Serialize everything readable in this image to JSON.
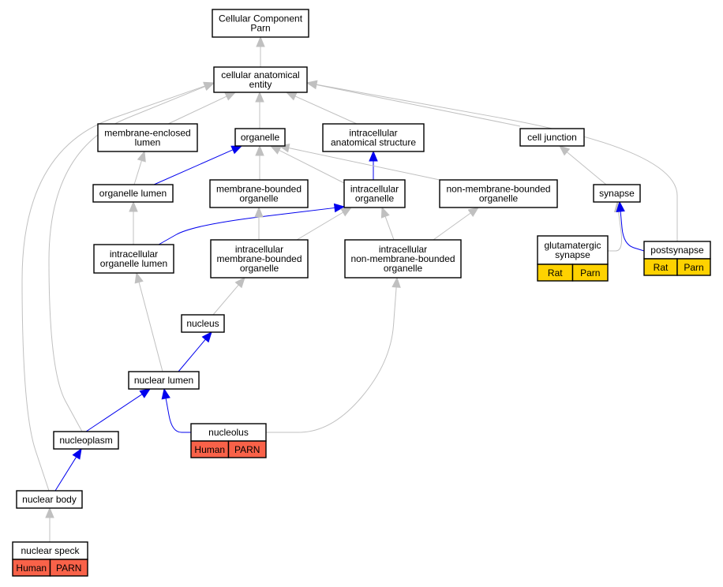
{
  "colors": {
    "is_a_edge": "#c0c0c0",
    "part_of_edge": "#0000ee",
    "human_annotation": "#f96249",
    "rat_annotation": "#fed200",
    "node_border": "#000000",
    "node_fill": "#ffffff"
  },
  "legend_free_graph": true,
  "nodes": [
    {
      "id": "root",
      "lines": [
        "Cellular Component",
        "Parn"
      ]
    },
    {
      "id": "cae",
      "lines": [
        "cellular anatomical",
        "entity"
      ]
    },
    {
      "id": "mel",
      "lines": [
        "membrane-enclosed",
        "lumen"
      ]
    },
    {
      "id": "organelle",
      "lines": [
        "organelle"
      ]
    },
    {
      "id": "ias",
      "lines": [
        "intracellular",
        "anatomical structure"
      ]
    },
    {
      "id": "cj",
      "lines": [
        "cell junction"
      ]
    },
    {
      "id": "ol",
      "lines": [
        "organelle lumen"
      ]
    },
    {
      "id": "mbo",
      "lines": [
        "membrane-bounded",
        "organelle"
      ]
    },
    {
      "id": "io",
      "lines": [
        "intracellular",
        "organelle"
      ]
    },
    {
      "id": "nmbo",
      "lines": [
        "non-membrane-bounded",
        "organelle"
      ]
    },
    {
      "id": "synapse",
      "lines": [
        "synapse"
      ]
    },
    {
      "id": "iol",
      "lines": [
        "intracellular",
        "organelle lumen"
      ]
    },
    {
      "id": "imbo",
      "lines": [
        "intracellular",
        "membrane-bounded",
        "organelle"
      ]
    },
    {
      "id": "inmbo",
      "lines": [
        "intracellular",
        "non-membrane-bounded",
        "organelle"
      ]
    },
    {
      "id": "glut",
      "lines": [
        "glutamatergic",
        "synapse"
      ],
      "annotations": [
        {
          "label": "Rat",
          "color": "rat"
        },
        {
          "label": "Parn",
          "color": "rat"
        }
      ]
    },
    {
      "id": "post",
      "lines": [
        "postsynapse"
      ],
      "annotations": [
        {
          "label": "Rat",
          "color": "rat"
        },
        {
          "label": "Parn",
          "color": "rat"
        }
      ]
    },
    {
      "id": "nucleus",
      "lines": [
        "nucleus"
      ]
    },
    {
      "id": "nl",
      "lines": [
        "nuclear lumen"
      ]
    },
    {
      "id": "nucleolus",
      "lines": [
        "nucleolus"
      ],
      "annotations": [
        {
          "label": "Human",
          "color": "human"
        },
        {
          "label": "PARN",
          "color": "human"
        }
      ]
    },
    {
      "id": "np",
      "lines": [
        "nucleoplasm"
      ]
    },
    {
      "id": "nb",
      "lines": [
        "nuclear body"
      ]
    },
    {
      "id": "ns",
      "lines": [
        "nuclear speck"
      ],
      "annotations": [
        {
          "label": "Human",
          "color": "human"
        },
        {
          "label": "PARN",
          "color": "human"
        }
      ]
    }
  ],
  "edges": [
    {
      "from": "cae",
      "to": "root",
      "type": "is_a"
    },
    {
      "from": "mel",
      "to": "cae",
      "type": "is_a"
    },
    {
      "from": "organelle",
      "to": "cae",
      "type": "is_a"
    },
    {
      "from": "ias",
      "to": "cae",
      "type": "is_a"
    },
    {
      "from": "cj",
      "to": "cae",
      "type": "is_a"
    },
    {
      "from": "ol",
      "to": "mel",
      "type": "is_a"
    },
    {
      "from": "ol",
      "to": "organelle",
      "type": "part_of"
    },
    {
      "from": "mbo",
      "to": "organelle",
      "type": "is_a"
    },
    {
      "from": "io",
      "to": "organelle",
      "type": "is_a"
    },
    {
      "from": "io",
      "to": "ias",
      "type": "part_of"
    },
    {
      "from": "nmbo",
      "to": "organelle",
      "type": "is_a"
    },
    {
      "from": "synapse",
      "to": "cj",
      "type": "is_a"
    },
    {
      "from": "iol",
      "to": "ol",
      "type": "is_a"
    },
    {
      "from": "iol",
      "to": "io",
      "type": "part_of"
    },
    {
      "from": "imbo",
      "to": "mbo",
      "type": "is_a"
    },
    {
      "from": "imbo",
      "to": "io",
      "type": "is_a"
    },
    {
      "from": "inmbo",
      "to": "io",
      "type": "is_a"
    },
    {
      "from": "inmbo",
      "to": "nmbo",
      "type": "is_a"
    },
    {
      "from": "glut",
      "to": "synapse",
      "type": "is_a"
    },
    {
      "from": "post",
      "to": "synapse",
      "type": "part_of"
    },
    {
      "from": "post",
      "to": "cae",
      "type": "is_a"
    },
    {
      "from": "nucleus",
      "to": "imbo",
      "type": "is_a"
    },
    {
      "from": "nl",
      "to": "nucleus",
      "type": "part_of"
    },
    {
      "from": "nl",
      "to": "iol",
      "type": "is_a"
    },
    {
      "from": "nucleolus",
      "to": "nl",
      "type": "part_of"
    },
    {
      "from": "nucleolus",
      "to": "inmbo",
      "type": "is_a"
    },
    {
      "from": "np",
      "to": "nl",
      "type": "part_of"
    },
    {
      "from": "np",
      "to": "cae",
      "type": "is_a"
    },
    {
      "from": "nb",
      "to": "np",
      "type": "part_of"
    },
    {
      "from": "nb",
      "to": "cae",
      "type": "is_a"
    },
    {
      "from": "ns",
      "to": "nb",
      "type": "is_a"
    }
  ]
}
